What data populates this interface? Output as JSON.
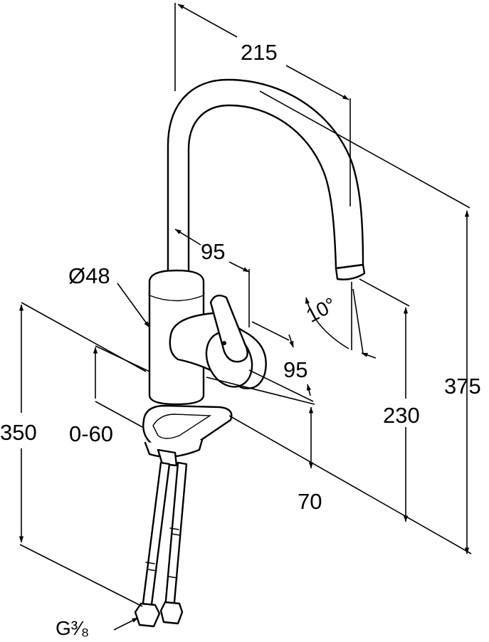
{
  "dimensions": {
    "spout_reach": "215",
    "total_height": "375",
    "spout_height": "230",
    "body_diameter": "Ø48",
    "lever_depth_top": "95",
    "lever_depth_side": "95",
    "deck_thickness": "0-60",
    "above_deck": "70",
    "hose_length": "350",
    "spout_angle": "10°",
    "connection_thread": "G³⁄₈"
  },
  "colors": {
    "line": "#000000",
    "background": "#ffffff"
  }
}
